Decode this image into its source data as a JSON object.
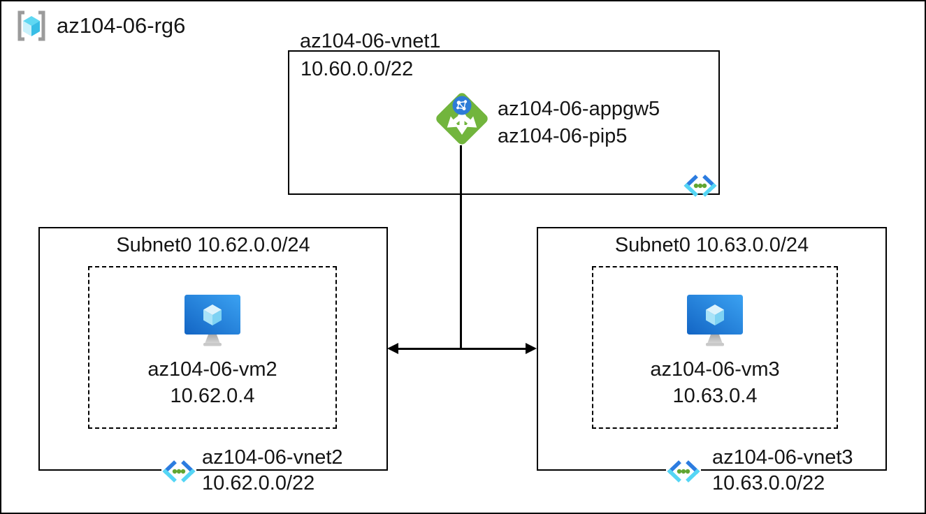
{
  "resource_group": {
    "label": "az104-06-rg6",
    "icon": "resource-group-icon"
  },
  "vnet1": {
    "name": "az104-06-vnet1",
    "address": "10.60.0.0/22",
    "app_gateway": {
      "name": "az104-06-appgw5",
      "public_ip": "az104-06-pip5",
      "icon": "application-gateway-icon"
    },
    "peering_icon": "vnet-peering-icon"
  },
  "vnet2": {
    "subnet": "Subnet0 10.62.0.0/24",
    "vm": {
      "name": "az104-06-vm2",
      "ip": "10.62.0.4",
      "icon": "virtual-machine-icon"
    },
    "name": "az104-06-vnet2",
    "address": "10.62.0.0/22",
    "peering_icon": "vnet-peering-icon"
  },
  "vnet3": {
    "subnet": "Subnet0 10.63.0.0/24",
    "vm": {
      "name": "az104-06-vm3",
      "ip": "10.63.0.4",
      "icon": "virtual-machine-icon"
    },
    "name": "az104-06-vnet3",
    "address": "10.63.0.0/22",
    "peering_icon": "vnet-peering-icon"
  },
  "connections": {
    "gateway_to_vnets": "vertical-line",
    "vnet2_to_vnet3": "double-arrow-line"
  },
  "colors": {
    "border": "#000000",
    "appgw_green": "#72b53d",
    "globe_blue": "#2e7cd7",
    "vm_blue_dark": "#1365c4",
    "vm_blue_light": "#3ba2f2",
    "cube_cyan_top": "#5fd8f2",
    "cube_cyan_dark": "#38bee6",
    "peering_blue": "#2c7ce0",
    "peering_cyan": "#55d6f5",
    "peering_dot_green": "#61a632",
    "bracket_gray": "#9b9b9b"
  }
}
